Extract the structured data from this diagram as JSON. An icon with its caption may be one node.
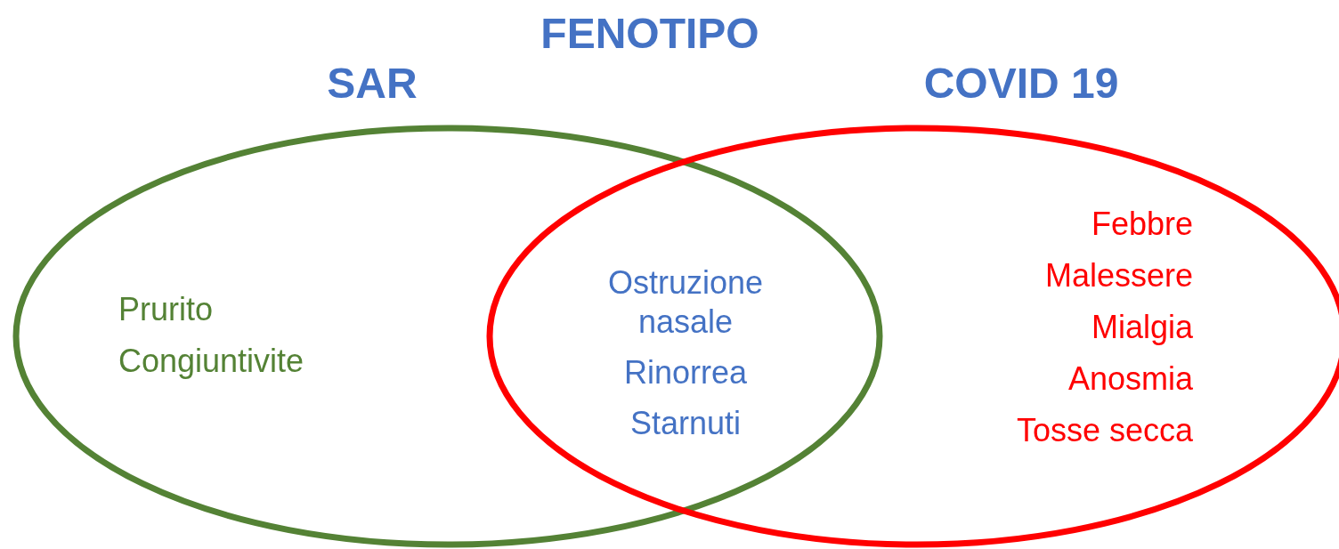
{
  "diagram": {
    "title": "FENOTIPO",
    "nodes": [
      {
        "text": [
          "SAR",
          "Prurito",
          "Congiuntivite"
        ]
      },
      {
        "text": [
          "COVID 19",
          "Febbre",
          "Malessere",
          "Mialgia",
          "Anosmia",
          "Tosse secca"
        ]
      }
    ],
    "labels": [
      "Ostruzione nasale",
      "Rinorrea",
      "Starnuti"
    ]
  }
}
